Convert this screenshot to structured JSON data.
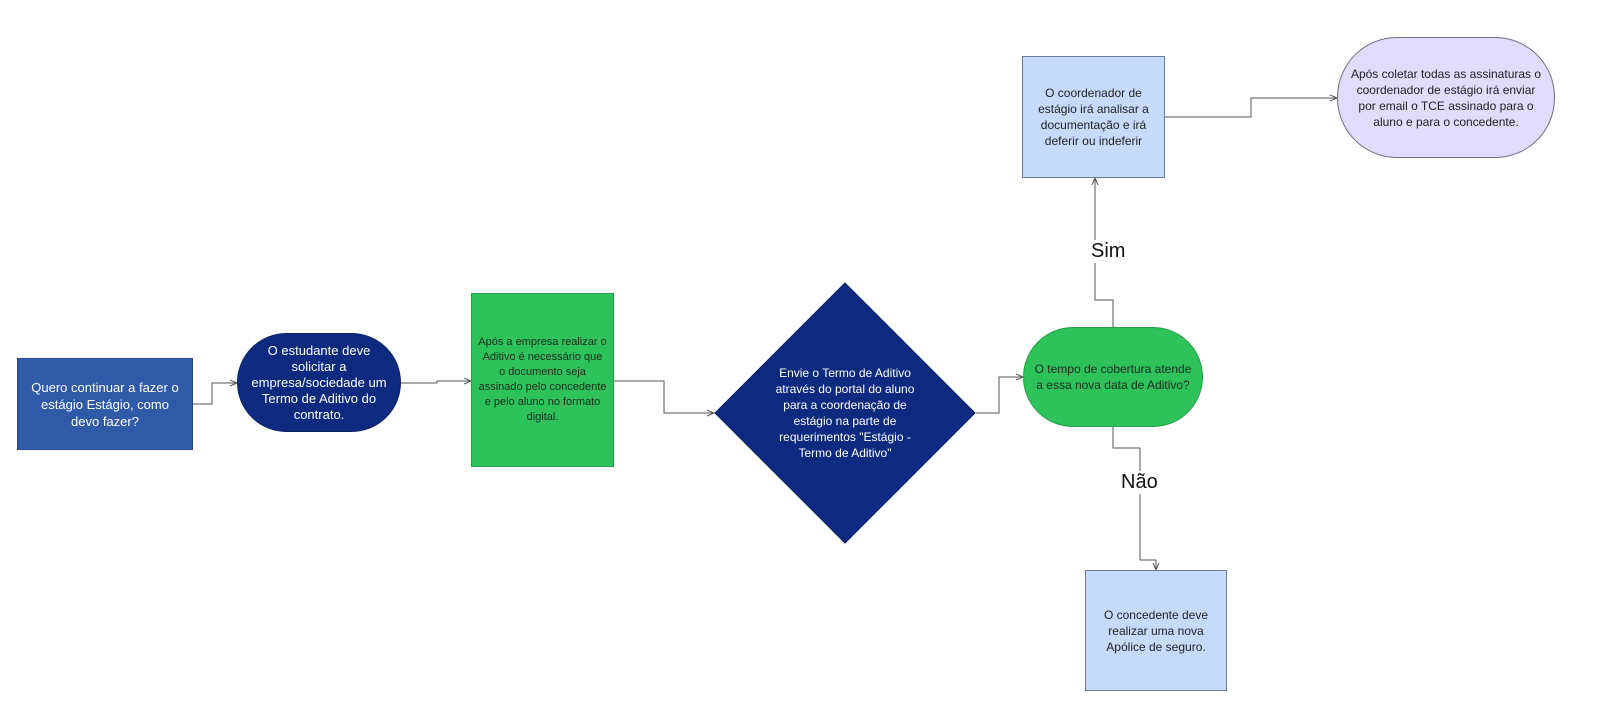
{
  "diagram": {
    "nodes": {
      "start": "Quero continuar a fazer o estágio Estágio, como devo fazer?",
      "solicitar": "O estudante deve solicitar a empresa/sociedade um Termo de Aditivo do contrato.",
      "assinado": "Após a empresa realizar o Aditivo é necessário que o documento seja assinado pelo concedente e pelo aluno no formato digital.",
      "envie": "Envie o Termo de Aditivo através do portal do aluno para a coordenação de estágio na parte de requerimentos \"Estágio - Termo de Aditivo\"",
      "tempo": "O tempo de cobertura atende a essa nova data de Aditivo?",
      "coordenador": "O coordenador de estágio irá analisar a documentação e irá deferir ou indeferir",
      "apolice": "O concedente deve realizar uma nova Apólice de seguro.",
      "final": "Após coletar todas as assinaturas o coordenador de estágio irá enviar por email o TCE assinado para o aluno e para o concedente."
    },
    "edge_labels": {
      "sim": "Sim",
      "nao": "Não"
    },
    "colors": {
      "start_fill": "#2f5aa8",
      "dark_blue": "#0c2a80",
      "green": "#2ec25a",
      "light_blue": "#c6dafc",
      "lavender": "#e1dcfb",
      "connector": "#555555"
    }
  }
}
